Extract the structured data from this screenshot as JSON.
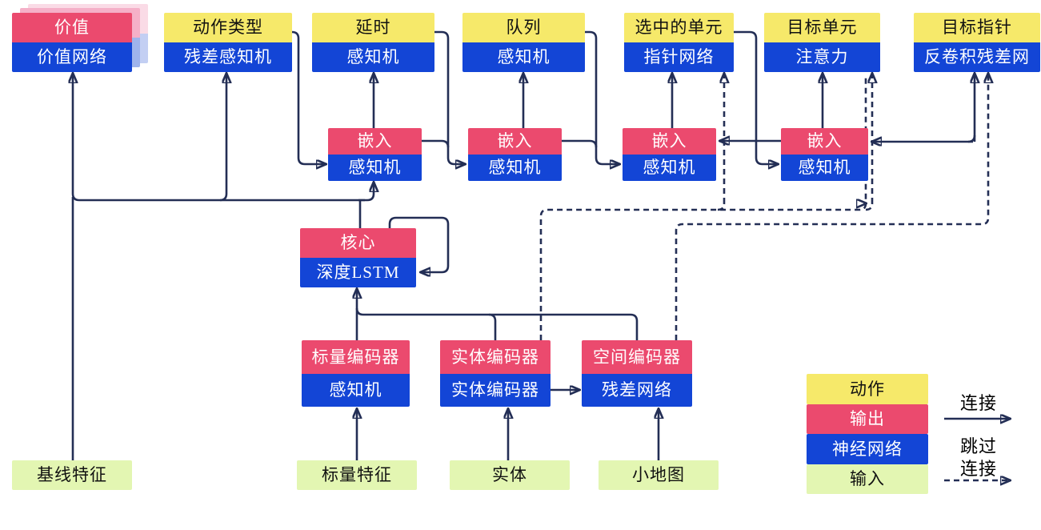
{
  "diagram": {
    "heads": [
      {
        "id": "value",
        "top": "价值",
        "bottom": "价值网络",
        "top_color": "pink",
        "stacked": true
      },
      {
        "id": "action-type",
        "top": "动作类型",
        "bottom": "残差感知机",
        "top_color": "yellow",
        "stacked": false
      },
      {
        "id": "delay",
        "top": "延时",
        "bottom": "感知机",
        "top_color": "yellow",
        "stacked": false
      },
      {
        "id": "queue",
        "top": "队列",
        "bottom": "感知机",
        "top_color": "yellow",
        "stacked": false
      },
      {
        "id": "selected-units",
        "top": "选中的单元",
        "bottom": "指针网络",
        "top_color": "yellow",
        "stacked": false
      },
      {
        "id": "target-unit",
        "top": "目标单元",
        "bottom": "注意力",
        "top_color": "yellow",
        "stacked": false
      },
      {
        "id": "target-point",
        "top": "目标指针",
        "bottom": "反卷积残差网",
        "top_color": "yellow",
        "stacked": false
      }
    ],
    "embeds": [
      {
        "id": "embed-1",
        "top": "嵌入",
        "bottom": "感知机"
      },
      {
        "id": "embed-2",
        "top": "嵌入",
        "bottom": "感知机"
      },
      {
        "id": "embed-3",
        "top": "嵌入",
        "bottom": "感知机"
      },
      {
        "id": "embed-4",
        "top": "嵌入",
        "bottom": "感知机"
      }
    ],
    "core": {
      "id": "core",
      "top": "核心",
      "bottom": "深度LSTM"
    },
    "encoders": [
      {
        "id": "scalar-encoder",
        "top": "标量编码器",
        "bottom": "感知机"
      },
      {
        "id": "entity-encoder",
        "top": "实体编码器",
        "bottom": "实体编码器"
      },
      {
        "id": "spatial-encoder",
        "top": "空间编码器",
        "bottom": "残差网络"
      }
    ],
    "inputs": [
      {
        "id": "baseline-features",
        "label": "基线特征"
      },
      {
        "id": "scalar-features",
        "label": "标量特征"
      },
      {
        "id": "entities",
        "label": "实体"
      },
      {
        "id": "minimap",
        "label": "小地图"
      }
    ],
    "legend": {
      "rows": [
        {
          "label": "动作",
          "color": "yellow"
        },
        {
          "label": "输出",
          "color": "pink"
        },
        {
          "label": "神经网络",
          "color": "blue"
        },
        {
          "label": "输入",
          "color": "green"
        }
      ],
      "solid_label": "连接",
      "dashed_label_line1": "跳过",
      "dashed_label_line2": "连接"
    },
    "colors": {
      "yellow": "#f6e96a",
      "pink": "#eb4a6e",
      "blue": "#1345d6",
      "green": "#e3f6b2",
      "line": "#232e55",
      "ghost_pink": "#f5b0c8",
      "ghost_pink_light": "#fadbe6",
      "ghost_blue": "#9fb4ec",
      "ghost_blue_light": "#c3cff3",
      "text_dark": "#111111",
      "text_light": "#ffffff"
    }
  }
}
